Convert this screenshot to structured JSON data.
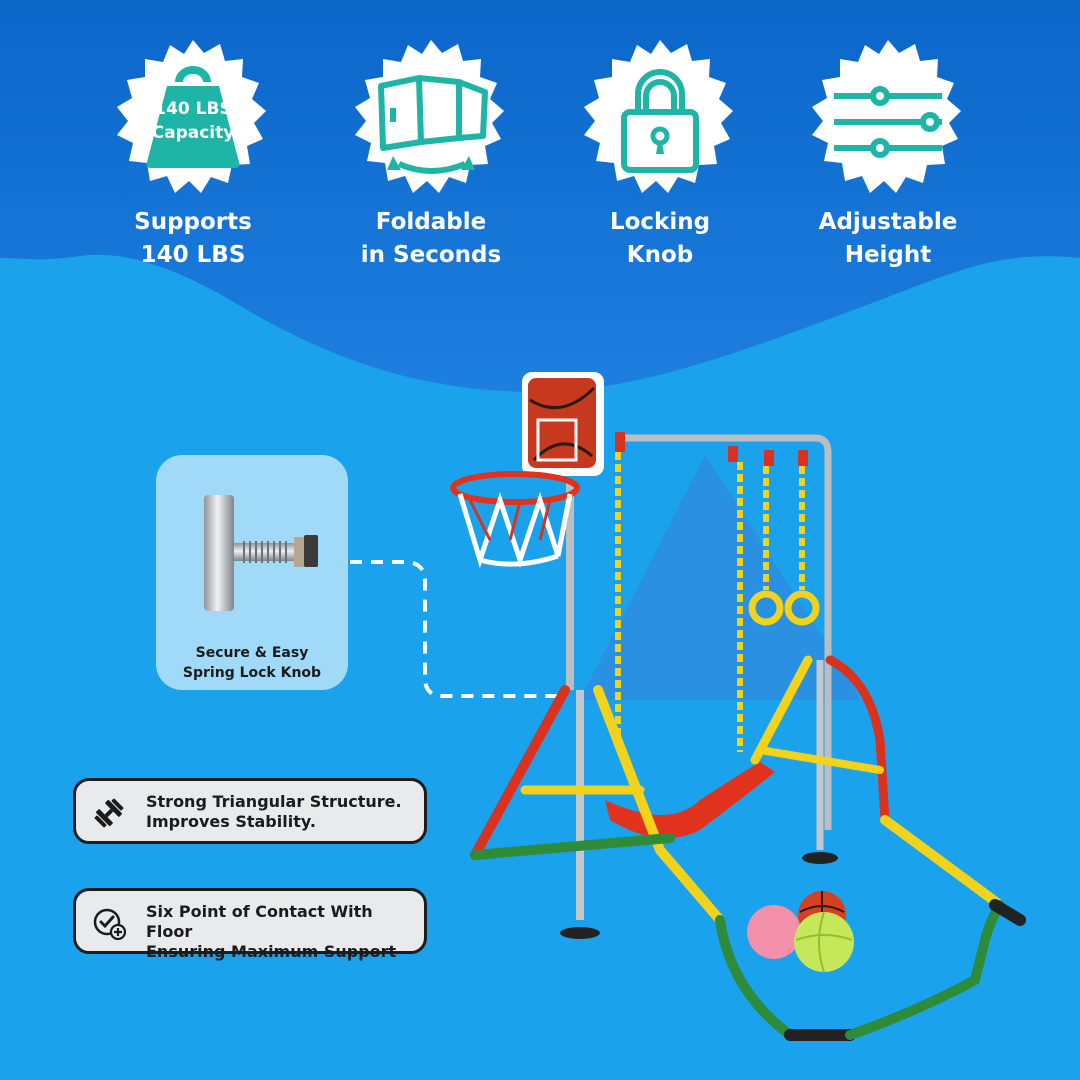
{
  "colors": {
    "sky_top": "#0b66c8",
    "sky_bottom": "#1d7fe0",
    "background": "#1aa3ec",
    "accent_teal": "#1fb5a6",
    "badge_white": "#ffffff",
    "text_dark": "#1b1b1b",
    "pill_fill": "#e9eaec"
  },
  "features": [
    {
      "icon": "weight-icon",
      "badge_text": [
        "140 LBS",
        "Capacity"
      ],
      "label": [
        "Supports",
        "140 LBS"
      ]
    },
    {
      "icon": "fold-icon",
      "label": [
        "Foldable",
        "in Seconds"
      ]
    },
    {
      "icon": "lock-icon",
      "label": [
        "Locking",
        "Knob"
      ]
    },
    {
      "icon": "sliders-icon",
      "label": [
        "Adjustable",
        "Height"
      ]
    }
  ],
  "knob_callout": {
    "icon": "spring-lock-knob-icon",
    "caption": [
      "Secure & Easy",
      "Spring Lock Knob"
    ]
  },
  "pills": [
    {
      "icon": "dumbbell-icon",
      "text": [
        "Strong Triangular Structure.",
        "Improves Stability."
      ]
    },
    {
      "icon": "check-badge-icon",
      "text": [
        "Six Point of Contact With Floor",
        "Ensuring Maximum Support"
      ]
    }
  ],
  "product": {
    "name_icon": "playground-set-illustration"
  }
}
